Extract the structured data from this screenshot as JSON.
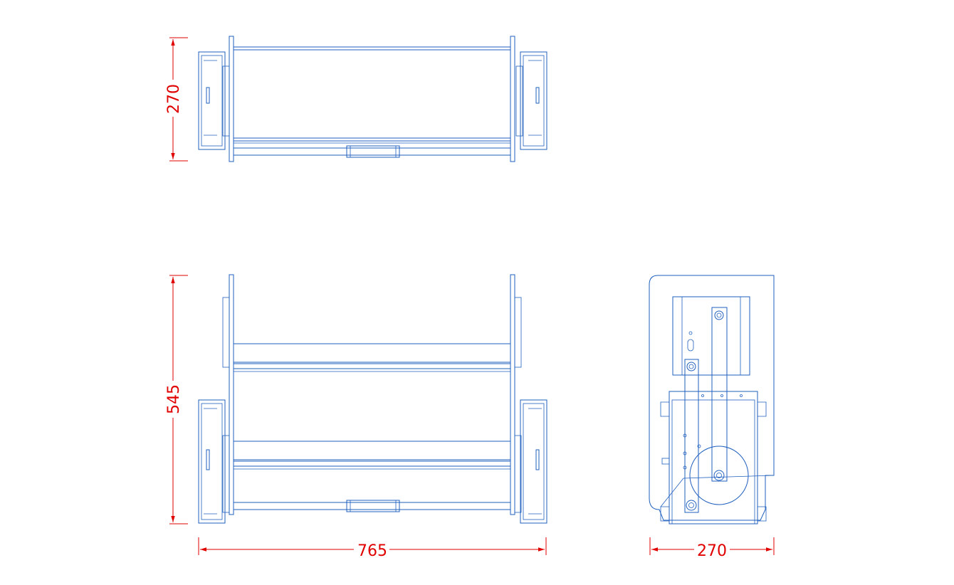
{
  "colors": {
    "outline": "#1f5fbf",
    "dimension": "#e00000",
    "background": "#ffffff"
  },
  "dimensions": {
    "top_view_depth": "270",
    "front_view_height": "545",
    "front_view_width": "765",
    "side_view_depth": "270"
  }
}
